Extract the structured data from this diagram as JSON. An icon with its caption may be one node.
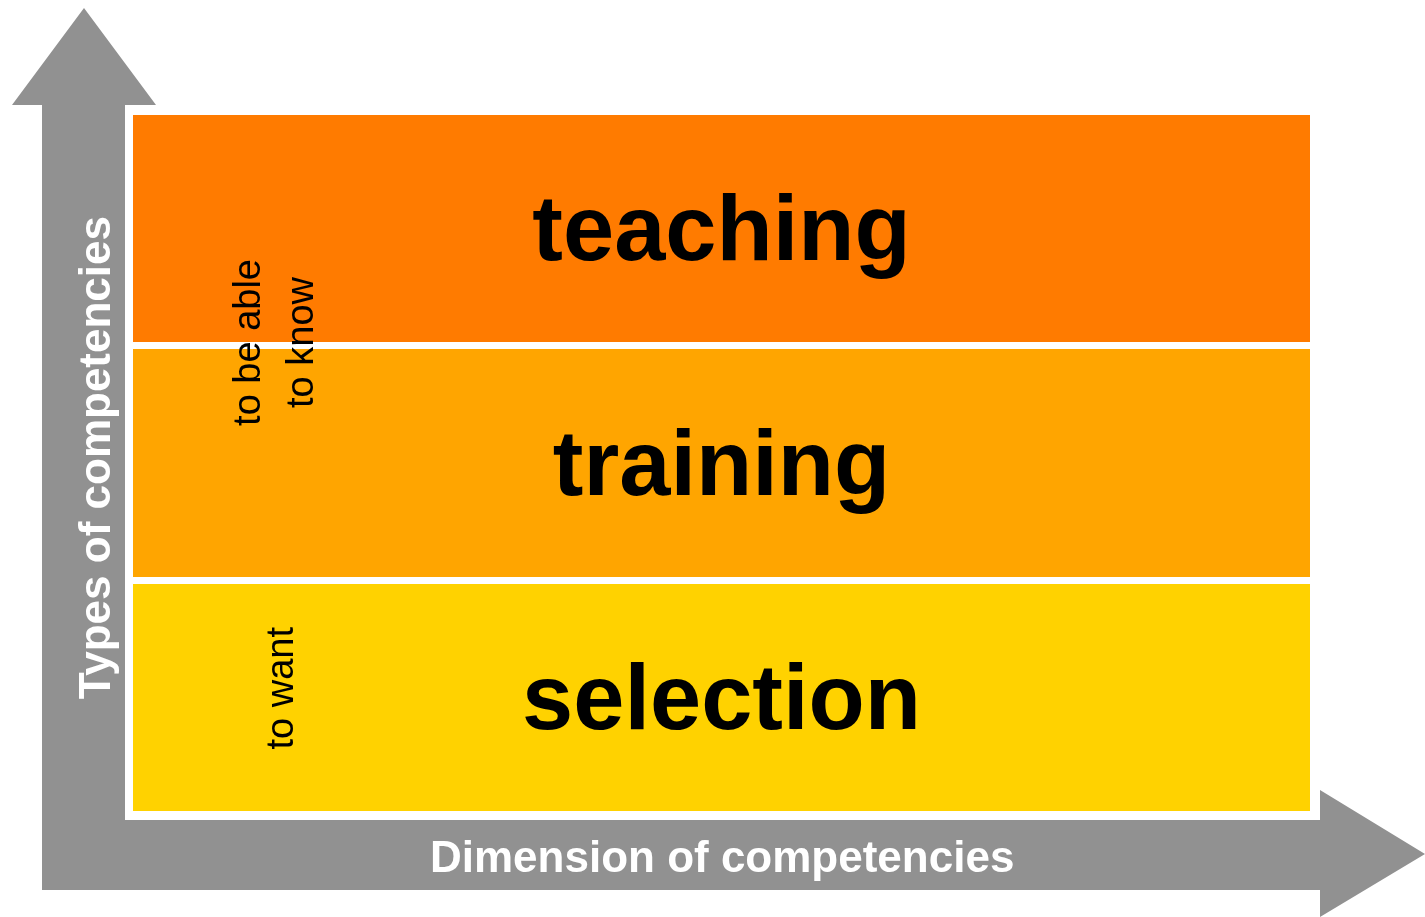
{
  "diagram": {
    "nodes": [
      {
        "text": [
          "teaching"
        ]
      },
      {
        "text": [
          "training"
        ]
      },
      {
        "text": [
          "selection"
        ]
      }
    ],
    "labels": [
      "Types of competencies",
      "to be able",
      "to know",
      "to want",
      "Dimension of competencies"
    ]
  }
}
